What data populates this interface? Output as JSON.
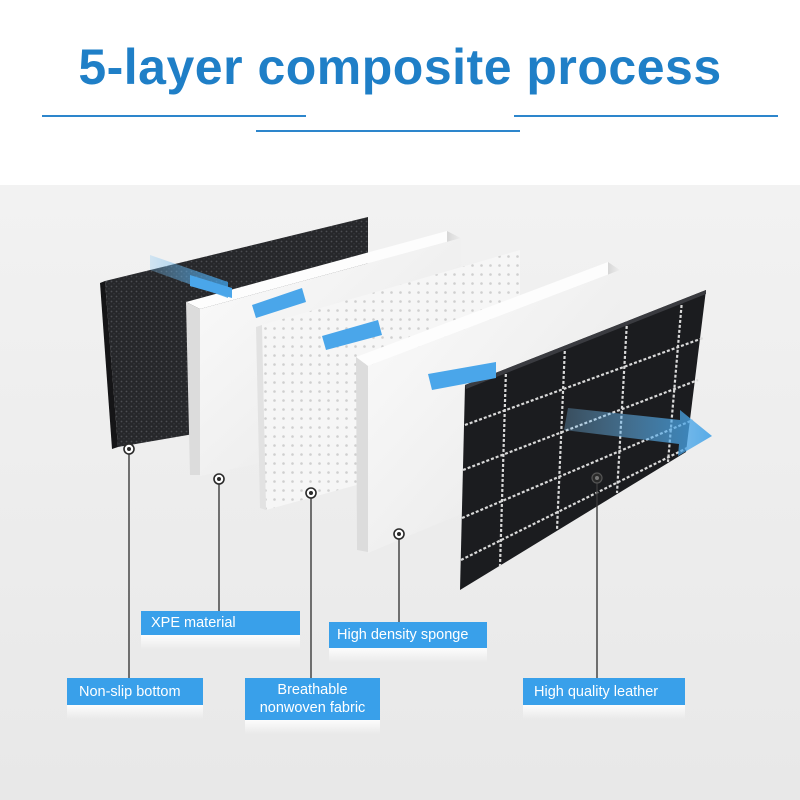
{
  "title": "5-layer composite process",
  "labels": {
    "xpe": "XPE  material",
    "sponge": "High density sponge",
    "nonslip": "Non-slip bottom",
    "breathable_line1": "Breathable",
    "breathable_line2": "nonwoven fabric",
    "leather": "High quality leather"
  },
  "colors": {
    "title": "#1f7fc7",
    "label_bg": "#39a0ea",
    "arrow": "#5ab0ee",
    "leather": "#1b1c1f",
    "stitch": "#d9d9d9"
  }
}
